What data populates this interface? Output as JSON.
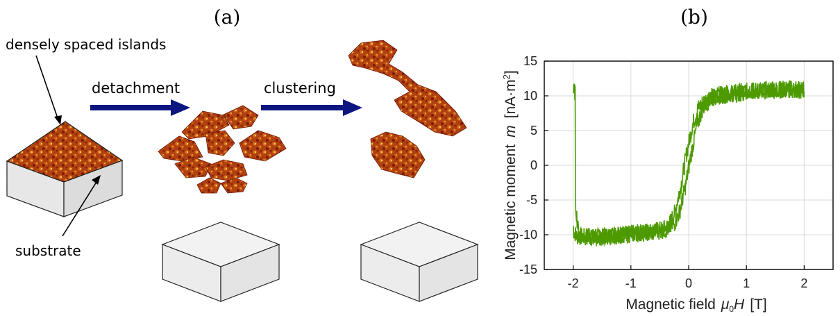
{
  "panel_a": {
    "label": "(a)",
    "arrow1_label": "detachment",
    "arrow2_label": "clustering",
    "callout_top": "densely spaced islands",
    "callout_bottom": "substrate"
  },
  "colors": {
    "arrow": "#0d1580",
    "series": "#4d9a00",
    "island_dark": "#6b1405",
    "island_mid": "#b8440f",
    "island_light": "#ffe070",
    "substrate_top": "#f2f2f2",
    "substrate_side": "#e6e6e6"
  },
  "chart_data": {
    "type": "line",
    "panel_label": "(b)",
    "xlabel_prefix": "Magnetic field",
    "xlabel_symbol_mu": "μ",
    "xlabel_symbol_sub": "0",
    "xlabel_symbol_h": "H",
    "xlabel_unit": "[T]",
    "ylabel_prefix": "Magnetic moment",
    "ylabel_symbol": "m",
    "ylabel_unit_pre": "[nA·m",
    "ylabel_unit_sup": "2",
    "ylabel_unit_post": "]",
    "xlim": [
      -2.5,
      2.5
    ],
    "ylim": [
      -15,
      15
    ],
    "xticks": [
      -2,
      -1,
      0,
      1,
      2
    ],
    "xtick_labels": [
      "-2",
      "-1",
      "0",
      "1",
      "2"
    ],
    "yticks": [
      -15,
      -10,
      -5,
      0,
      5,
      10,
      15
    ],
    "ytick_labels": [
      "-15",
      "-10",
      "-5",
      "0",
      "5",
      "10",
      "15"
    ],
    "grid": true,
    "series": [
      {
        "x": [
          -2.0,
          -1.95,
          -1.9,
          -1.8,
          -1.6,
          -1.4,
          -1.2,
          -1.0,
          -0.8,
          -0.6,
          -0.4,
          -0.3,
          -0.2,
          -0.1,
          0.0,
          0.1,
          0.2,
          0.3,
          0.4,
          0.6,
          0.8,
          1.0,
          1.2,
          1.4,
          1.6,
          1.8,
          2.0
        ],
        "y": [
          -5.5,
          -9.5,
          -10.2,
          -10.3,
          -10.4,
          -10.2,
          -10.0,
          -9.9,
          -9.7,
          -9.5,
          -9.2,
          -8.6,
          -6.8,
          -3.2,
          1.5,
          5.6,
          8.2,
          9.2,
          9.8,
          10.2,
          10.4,
          10.6,
          10.7,
          10.8,
          10.9,
          11.0,
          10.6
        ],
        "noise_amplitude": 1.3
      }
    ]
  }
}
